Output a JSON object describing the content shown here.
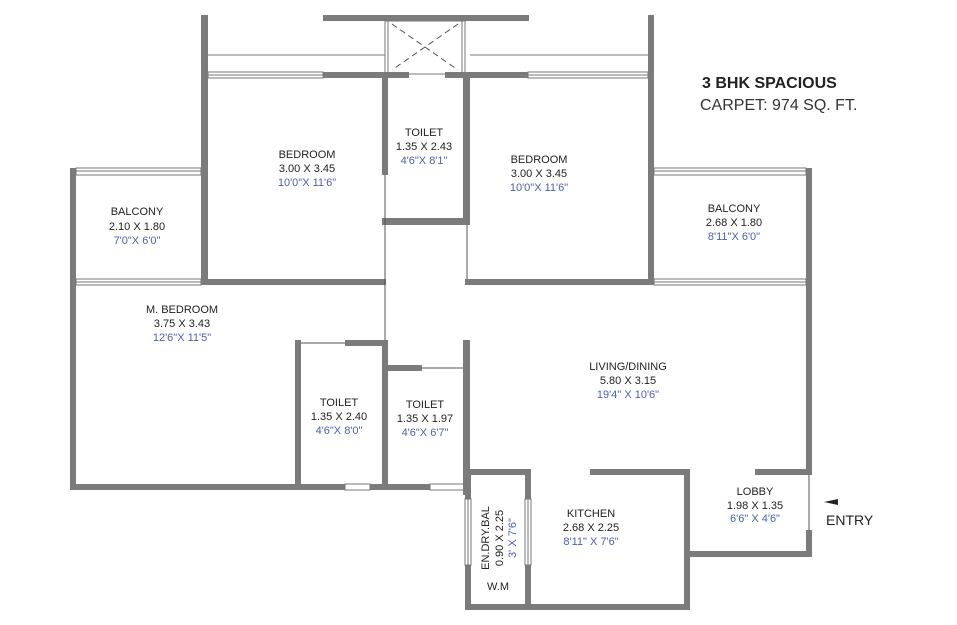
{
  "header": {
    "title": "3 BHK SPACIOUS",
    "carpet": "CARPET: 974 SQ. FT."
  },
  "rooms": {
    "bedroom1": {
      "name": "BEDROOM",
      "metric": "3.00 X 3.45",
      "imperial": "10'0\"X 11'6\""
    },
    "toilet_top": {
      "name": "TOILET",
      "metric": "1.35 X 2.43",
      "imperial": "4'6\"X 8'1\""
    },
    "bedroom2": {
      "name": "BEDROOM",
      "metric": "3.00 X 3.45",
      "imperial": "10'0\"X 11'6\""
    },
    "balcony_left": {
      "name": "BALCONY",
      "metric": "2.10 X 1.80",
      "imperial": "7'0\"X 6'0\""
    },
    "balcony_right": {
      "name": "BALCONY",
      "metric": "2.68 X 1.80",
      "imperial": "8'11\"X 6'0\""
    },
    "master_bedroom": {
      "name": "M. BEDROOM",
      "metric": "3.75 X 3.43",
      "imperial": "12'6\"X 11'5\""
    },
    "toilet_left": {
      "name": "TOILET",
      "metric": "1.35 X 2.40",
      "imperial": "4'6\"X 8'0\""
    },
    "toilet_mid": {
      "name": "TOILET",
      "metric": "1.35 X 1.97",
      "imperial": "4'6\"X 6'7\""
    },
    "living": {
      "name": "LIVING/DINING",
      "metric": "5.80 X 3.15",
      "imperial": "19'4\" X 10'6\""
    },
    "kitchen": {
      "name": "KITCHEN",
      "metric": "2.68 X 2.25",
      "imperial": "8'11\" X 7'6\""
    },
    "dry_balcony": {
      "name": "EN.DRY.BAL",
      "metric": "0.90 X 2.25",
      "imperial": "3' X 7'6\"",
      "note": "W.M"
    },
    "lobby": {
      "name": "LOBBY",
      "metric": "1.98 X 1.35",
      "imperial": "6'6\" X 4'6\""
    }
  },
  "entry": {
    "label": "ENTRY"
  }
}
